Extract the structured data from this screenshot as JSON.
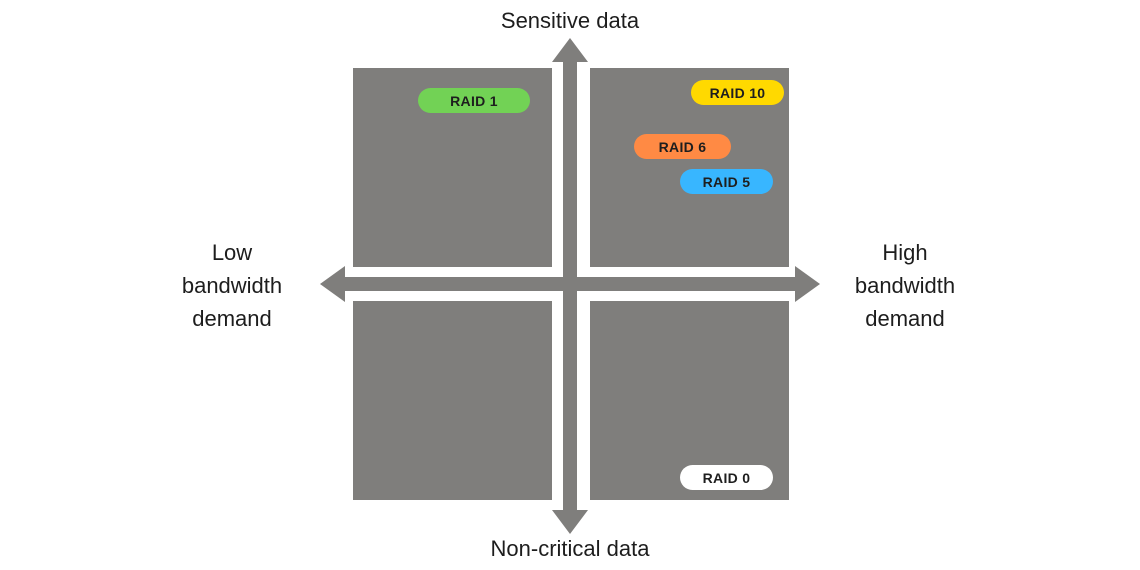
{
  "axes": {
    "top_label": "Sensitive data",
    "bottom_label": "Non-critical data",
    "left_label": [
      "Low",
      "bandwidth",
      "demand"
    ],
    "right_label": [
      "High",
      "bandwidth",
      "demand"
    ]
  },
  "colors": {
    "quadrant": "#7f7e7c",
    "arrow": "#7f7e7c",
    "raid1": "#72d255",
    "raid10": "#ffd900",
    "raid6": "#ff8a44",
    "raid5": "#38b6ff",
    "raid0": "#ffffff"
  },
  "pills": {
    "raid1": "RAID 1",
    "raid10": "RAID 10",
    "raid6": "RAID 6",
    "raid5": "RAID 5",
    "raid0": "RAID 0"
  }
}
